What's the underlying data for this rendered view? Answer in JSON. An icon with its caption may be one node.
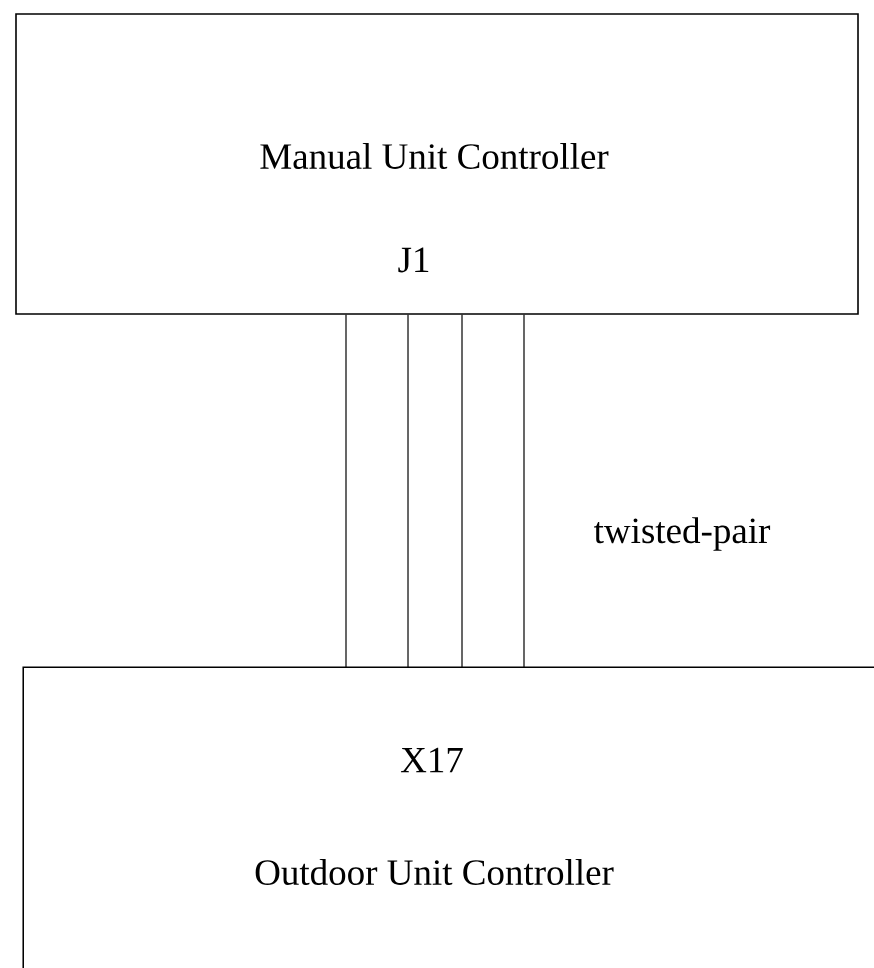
{
  "diagram": {
    "nodes": [
      {
        "text": [
          "Manual Unit Controller",
          "J1"
        ]
      },
      {
        "text": [
          "X17",
          "Outdoor Unit Controller"
        ]
      }
    ],
    "edges": [
      {
        "from": 0,
        "to": 1,
        "arrow": "none"
      },
      {
        "from": 0,
        "to": 1,
        "arrow": "none"
      },
      {
        "from": 0,
        "to": 1,
        "arrow": "none"
      },
      {
        "from": 0,
        "to": 1,
        "arrow": "none"
      }
    ],
    "labels": [
      "twisted-pair"
    ]
  }
}
